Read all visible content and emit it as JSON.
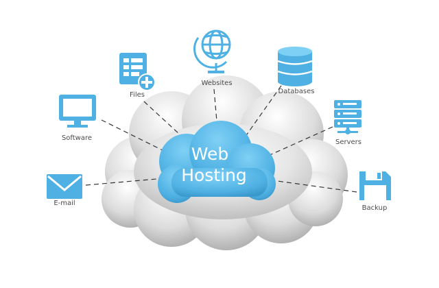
{
  "hub": {
    "line1": "Web",
    "line2": "Hosting"
  },
  "nodes": [
    {
      "id": "files",
      "label": "Files",
      "icon": "file-add-icon"
    },
    {
      "id": "websites",
      "label": "Websites",
      "icon": "globe-icon"
    },
    {
      "id": "databases",
      "label": "Databases",
      "icon": "database-icon"
    },
    {
      "id": "software",
      "label": "Software",
      "icon": "monitor-icon"
    },
    {
      "id": "servers",
      "label": "Servers",
      "icon": "server-rack-icon"
    },
    {
      "id": "email",
      "label": "E-mail",
      "icon": "envelope-icon"
    },
    {
      "id": "backup",
      "label": "Backup",
      "icon": "floppy-disk-icon"
    }
  ],
  "colors": {
    "accent": "#4fb1e3",
    "accent_dark": "#2f8fc4",
    "cloud": "#d9d9d9",
    "cloud_shade": "#b9b9b9",
    "line": "#333333",
    "text": "#4a4a4a"
  }
}
